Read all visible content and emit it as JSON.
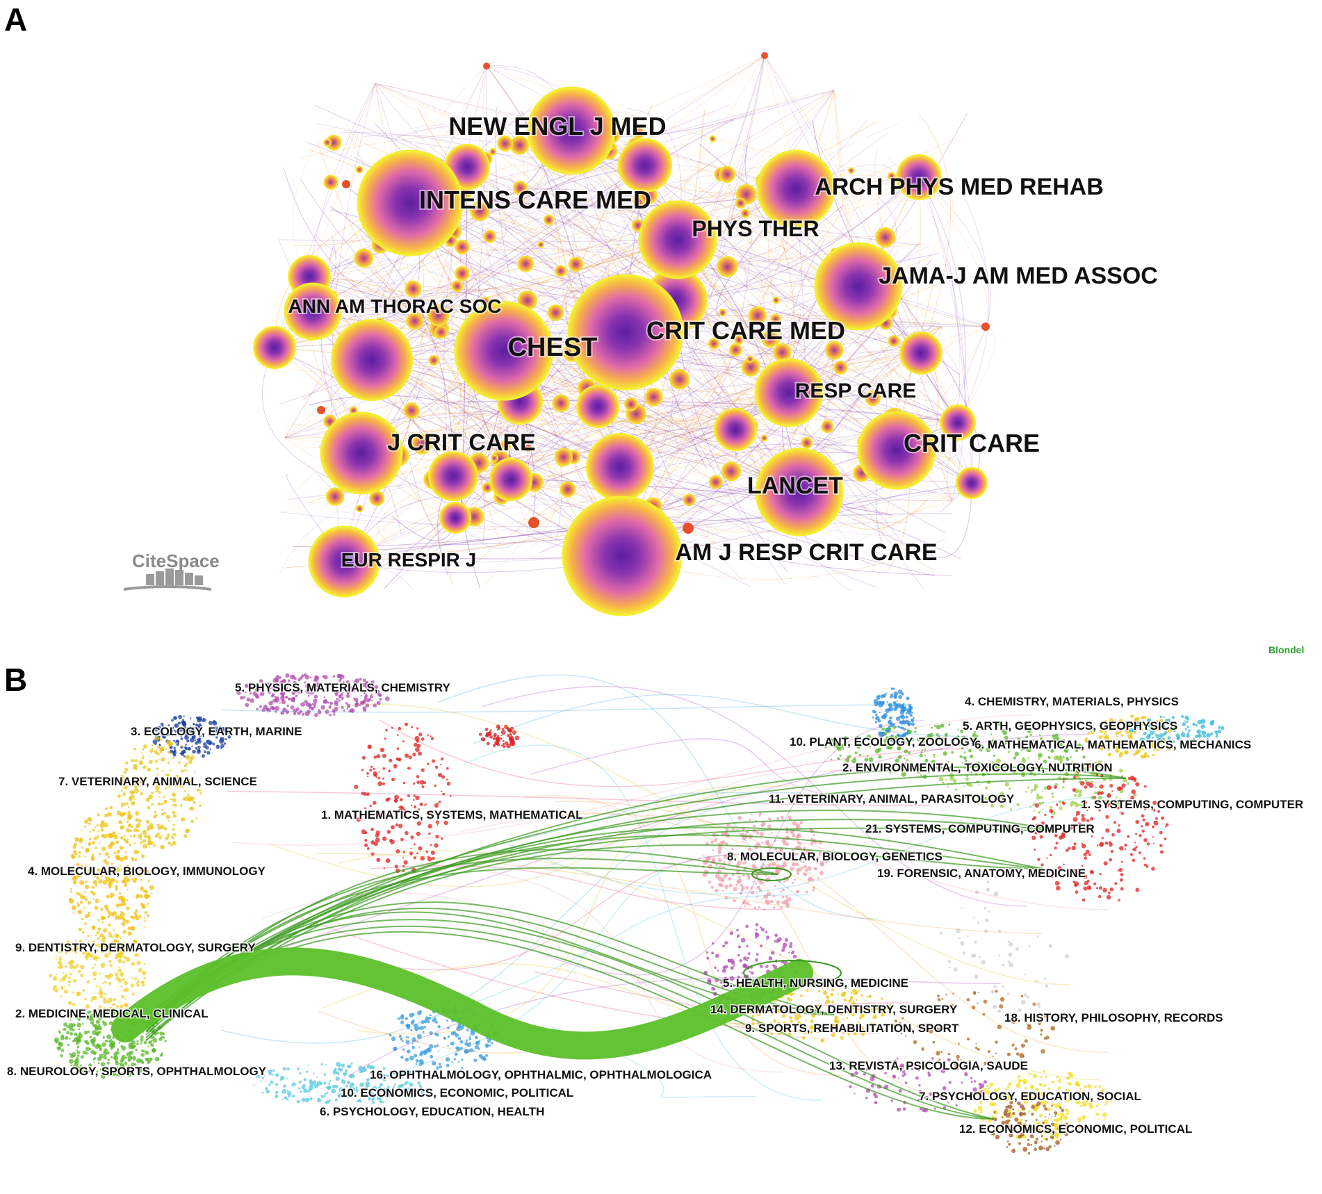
{
  "panel_a": {
    "letter": "A",
    "logo_text": "CiteSpace",
    "journals": [
      {
        "label": "NEW ENGL J MED"
      },
      {
        "label": "INTENS CARE MED"
      },
      {
        "label": "ARCH PHYS MED REHAB"
      },
      {
        "label": "PHYS THER"
      },
      {
        "label": "JAMA-J AM MED ASSOC"
      },
      {
        "label": "ANN AM THORAC SOC"
      },
      {
        "label": "CHEST"
      },
      {
        "label": "CRIT CARE MED"
      },
      {
        "label": "RESP CARE"
      },
      {
        "label": "J CRIT CARE"
      },
      {
        "label": "CRIT CARE"
      },
      {
        "label": "LANCET"
      },
      {
        "label": "EUR RESPIR J"
      },
      {
        "label": "AM J RESP CRIT CARE"
      }
    ],
    "colors": {
      "ring": "#f2ec2a",
      "core": "#6e2aa8",
      "mid": "#d85ab0",
      "edge_purple": "#8a3fb3",
      "edge_orange": "#f0a040"
    }
  },
  "panel_b": {
    "letter": "B",
    "algorithm_label": "Blondel",
    "citing_clusters": [
      {
        "label": "5. PHYSICS, MATERIALS, CHEMISTRY",
        "color": "#b04fb0"
      },
      {
        "label": "3. ECOLOGY, EARTH, MARINE",
        "color": "#1a3fa0"
      },
      {
        "label": "7. VETERINARY, ANIMAL, SCIENCE",
        "color": "#e8c81a"
      },
      {
        "label": "1. MATHEMATICS, SYSTEMS, MATHEMATICAL",
        "color": "#e02020"
      },
      {
        "label": "4. MOLECULAR, BIOLOGY, IMMUNOLOGY",
        "color": "#f0c010"
      },
      {
        "label": "9. DENTISTRY, DERMATOLOGY, SURGERY",
        "color": "#e8c81a"
      },
      {
        "label": "2. MEDICINE, MEDICAL, CLINICAL",
        "color": "#5ab82a"
      },
      {
        "label": "8. NEUROLOGY, SPORTS, OPHTHALMOLOGY",
        "color": "#5ab82a"
      },
      {
        "label": "16. OPHTHALMOLOGY, OPHTHALMIC, OPHTHALMOLOGICA",
        "color": "#3a9ee0"
      },
      {
        "label": "10. ECONOMICS, ECONOMIC, POLITICAL",
        "color": "#5ac8e0"
      },
      {
        "label": "6. PSYCHOLOGY, EDUCATION, HEALTH",
        "color": "#5ac8e0"
      }
    ],
    "cited_clusters": [
      {
        "label": "4. CHEMISTRY, MATERIALS, PHYSICS",
        "color": "#3ab8d8"
      },
      {
        "label": "5. ARTH, GEOPHYSICS, GEOPHYSICS",
        "color": "#e8c81a"
      },
      {
        "label": "6. MATHEMATICAL, MATHEMATICS, MECHANICS",
        "color": "#1a3fa0"
      },
      {
        "label": "10. PLANT, ECOLOGY, ZOOLOGY",
        "color": "#2a8ee0"
      },
      {
        "label": "2. ENVIRONMENTAL, TOXICOLOGY, NUTRITION",
        "color": "#5ab82a"
      },
      {
        "label": "11. VETERINARY, ANIMAL, PARASITOLOGY",
        "color": "#b06a20"
      },
      {
        "label": "1. SYSTEMS, COMPUTING, COMPUTER",
        "color": "#e02020"
      },
      {
        "label": "21. SYSTEMS, COMPUTING, COMPUTER",
        "color": "#9ad040"
      },
      {
        "label": "8. MOLECULAR, BIOLOGY, GENETICS",
        "color": "#f0a0b0"
      },
      {
        "label": "19. FORENSIC, ANATOMY, MEDICINE",
        "color": "#d0d0d0"
      },
      {
        "label": "5. HEALTH, NURSING, MEDICINE",
        "color": "#b04fb0"
      },
      {
        "label": "14. DERMATOLOGY, DENTISTRY, SURGERY",
        "color": "#e8c81a"
      },
      {
        "label": "9. SPORTS, REHABILITATION, SPORT",
        "color": "#5ab82a"
      },
      {
        "label": "18. HISTORY, PHILOSOPHY, RECORDS",
        "color": "#b06a20"
      },
      {
        "label": "13. REVISTA, PSICOLOGIA, SAUDE",
        "color": "#b04fb0"
      },
      {
        "label": "7. PSYCHOLOGY, EDUCATION, SOCIAL",
        "color": "#f0e020"
      },
      {
        "label": "12. ECONOMICS, ECONOMIC, POLITICAL",
        "color": "#a05a20"
      }
    ],
    "main_flow_color": "#5cc02a"
  }
}
